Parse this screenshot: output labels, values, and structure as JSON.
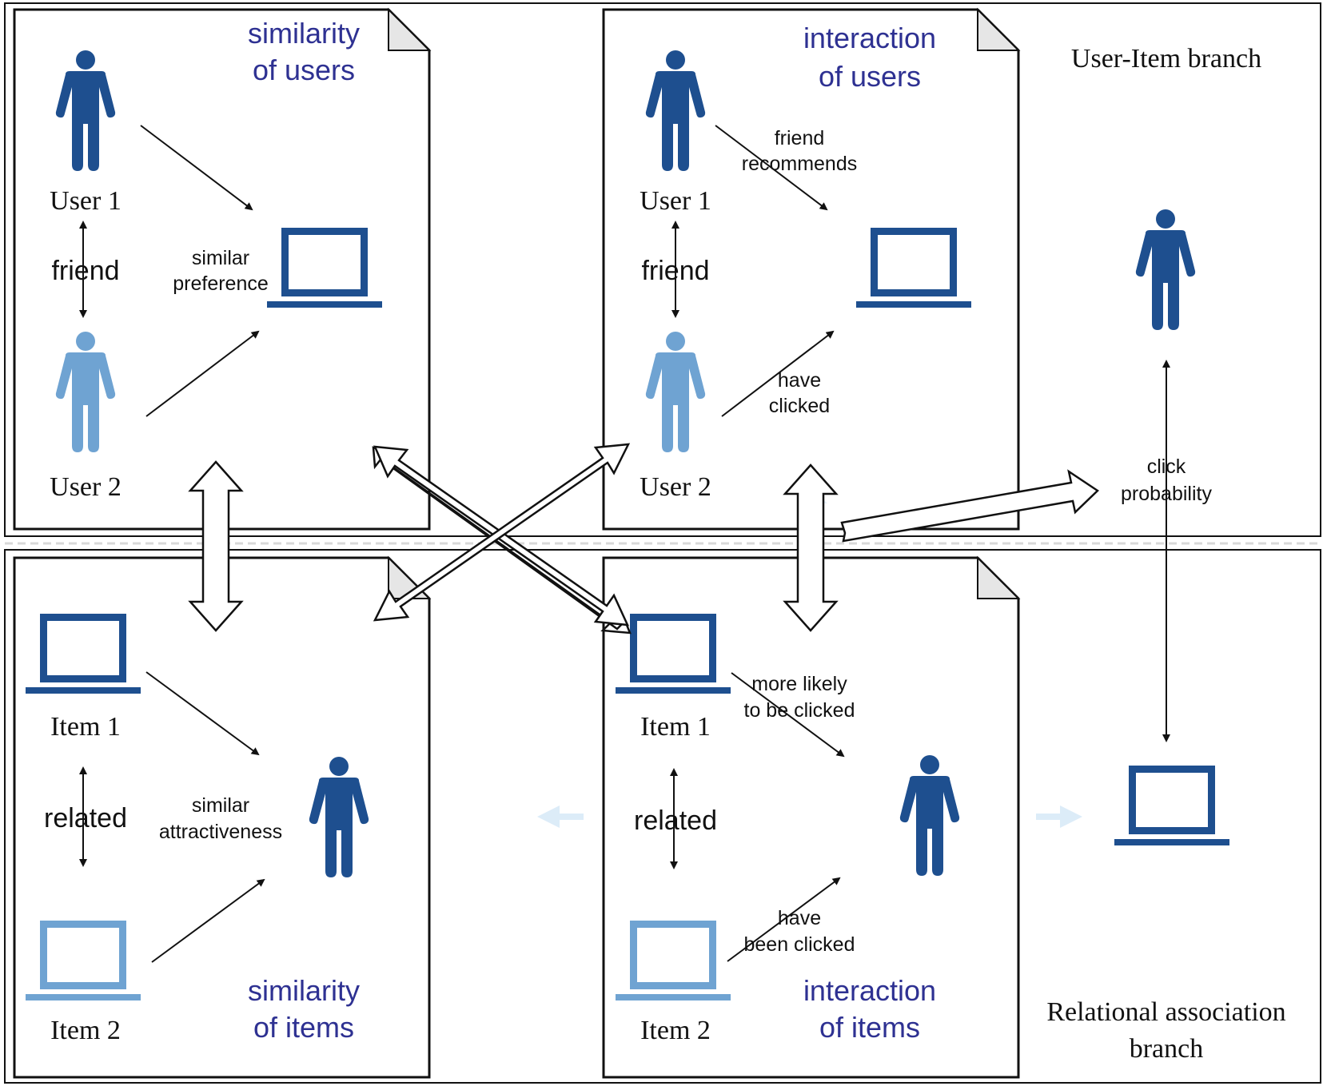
{
  "colors": {
    "dark_blue": "#1e4f8f",
    "light_blue": "#6fa3d2",
    "title_blue": "#2e3192",
    "faint_arrow": "#dcecf8"
  },
  "branches": {
    "user_item": "User-Item branch",
    "relational_line1": "Relational association",
    "relational_line2": "branch"
  },
  "panels": {
    "sim_users": {
      "title_line1": "similarity",
      "title_line2": "of users",
      "top_label": "User 1",
      "bottom_label": "User 2",
      "relation": "friend",
      "effect_line1": "similar",
      "effect_line2": "preference"
    },
    "int_users": {
      "title_line1": "interaction",
      "title_line2": "of users",
      "top_label": "User 1",
      "bottom_label": "User 2",
      "relation": "friend",
      "upper_arrow_line1": "friend",
      "upper_arrow_line2": "recommends",
      "lower_arrow_line1": "have",
      "lower_arrow_line2": "clicked"
    },
    "sim_items": {
      "title_line1": "similarity",
      "title_line2": "of items",
      "top_label": "Item 1",
      "bottom_label": "Item 2",
      "relation": "related",
      "effect_line1": "similar",
      "effect_line2": "attractiveness"
    },
    "int_items": {
      "title_line1": "interaction",
      "title_line2": "of items",
      "top_label": "Item 1",
      "bottom_label": "Item 2",
      "relation": "related",
      "upper_arrow_line1": "more likely",
      "upper_arrow_line2": "to be clicked",
      "lower_arrow_line1": "have",
      "lower_arrow_line2": "been clicked"
    }
  },
  "click": {
    "line1": "click",
    "line2": "probability"
  },
  "icons": [
    "person-icon",
    "laptop-icon",
    "double-arrow-icon"
  ]
}
